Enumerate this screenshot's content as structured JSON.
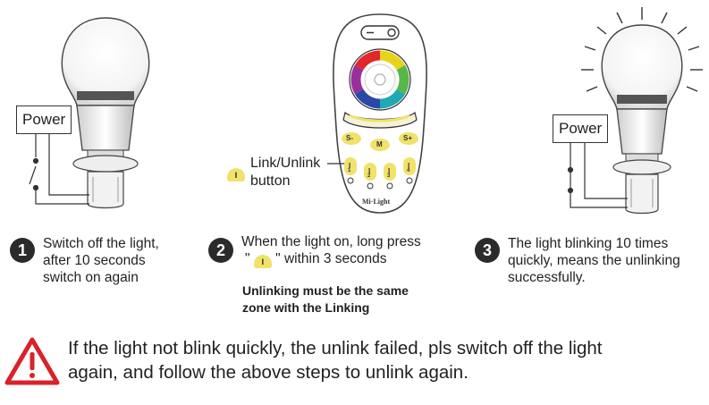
{
  "bulb1": {
    "power_label": "Power"
  },
  "bulb3": {
    "power_label": "Power"
  },
  "remote": {
    "brand": "Mi·Light",
    "keys": {
      "s_minus": "S-",
      "mode": "M",
      "s_plus": "S+",
      "z1": "I",
      "z2": "I",
      "z3": "I",
      "z4": "I",
      "n1": "1",
      "n2": "2",
      "n3": "3",
      "n4": "4"
    }
  },
  "callout": {
    "label_line1": "Link/Unlink",
    "label_line2": "button",
    "key_glyph": "I"
  },
  "steps": [
    {
      "number": "1",
      "lines": [
        "Switch off the light,",
        "after 10 seconds",
        "switch on again"
      ]
    },
    {
      "number": "2",
      "line1": "When the light on, long press",
      "quote_open": "\"",
      "quote_close": "\" within 3 seconds",
      "key_glyph": "I"
    },
    {
      "number": "3",
      "lines": [
        "The light blinking 10 times",
        "quickly, means the unlinking",
        "successfully."
      ]
    }
  ],
  "note": {
    "line1": "Unlinking must be the same",
    "line2": "zone with the Linking"
  },
  "warning": {
    "icon": "warning-triangle-icon",
    "line1": "If the light not blink quickly, the unlink failed, pls switch off the light",
    "line2": "again, and follow the above steps to unlink again."
  },
  "colors": {
    "key_yellow": "#f0e26a",
    "warning_red": "#d9222a",
    "step_badge": "#2b2b2b"
  }
}
